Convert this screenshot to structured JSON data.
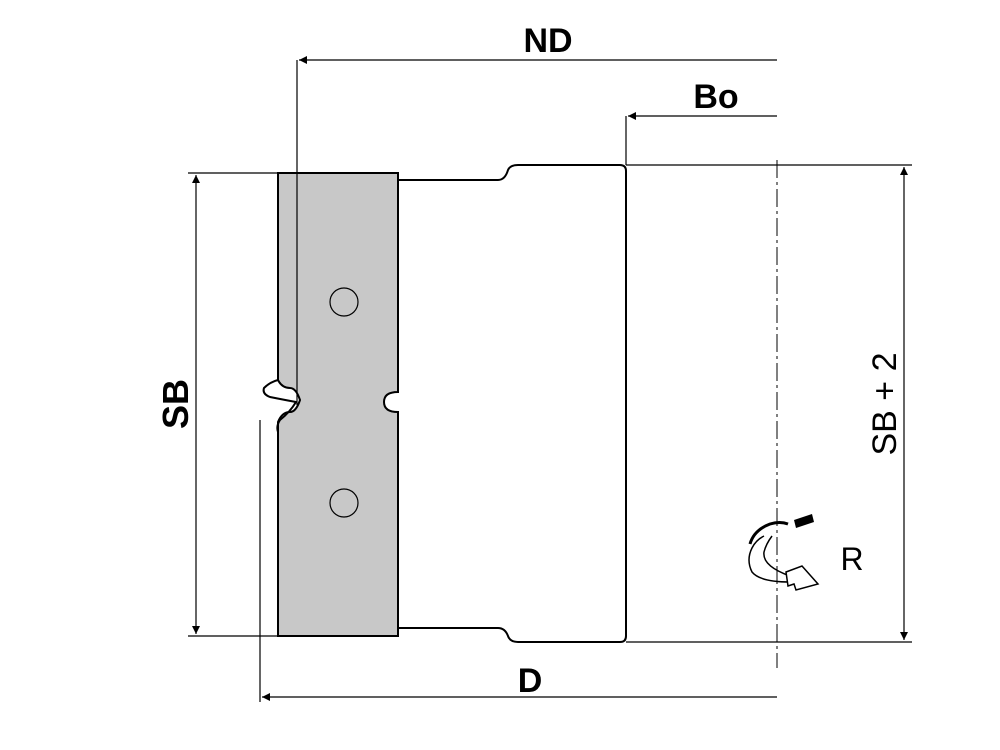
{
  "labels": {
    "nd": "ND",
    "bo": "Bo",
    "sb": "SB",
    "sb_plus_2": "SB + 2",
    "d": "D",
    "r": "R"
  },
  "colors": {
    "blade_fill": "#c8c8c8",
    "line": "#000000",
    "background": "#ffffff"
  },
  "icons": {
    "rotation": "rotation-direction-arrow-icon"
  }
}
